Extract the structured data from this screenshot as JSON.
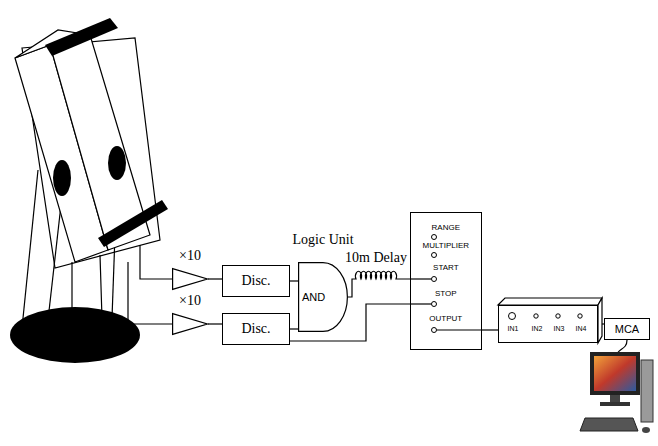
{
  "diagram": {
    "nodes": [
      {
        "text": [
          "×10"
        ]
      },
      {
        "text": [
          "×10"
        ]
      },
      {
        "text": [
          "Disc."
        ]
      },
      {
        "text": [
          "Disc."
        ]
      },
      {
        "text": [
          "Logic Unit",
          "AND"
        ]
      },
      {
        "text": [
          "RANGE",
          "MULTIPLIER",
          "START",
          "STOP",
          "OUTPUT"
        ]
      },
      {
        "text": [
          "IN1",
          "IN2",
          "IN3",
          "IN4"
        ]
      },
      {
        "text": [
          "MCA"
        ]
      }
    ],
    "edges": [
      {
        "from": 0,
        "to": 2,
        "arrow": "none"
      },
      {
        "from": 1,
        "to": 3,
        "arrow": "none"
      },
      {
        "from": 2,
        "to": 4,
        "arrow": "none"
      },
      {
        "from": 3,
        "to": 4,
        "arrow": "none"
      },
      {
        "from": 4,
        "to": 5,
        "label": "10m Delay",
        "arrow": "none"
      },
      {
        "from": 3,
        "to": 5,
        "arrow": "none"
      },
      {
        "from": 5,
        "to": 6,
        "arrow": "none"
      },
      {
        "from": 6,
        "to": 7,
        "arrow": "none"
      }
    ]
  }
}
